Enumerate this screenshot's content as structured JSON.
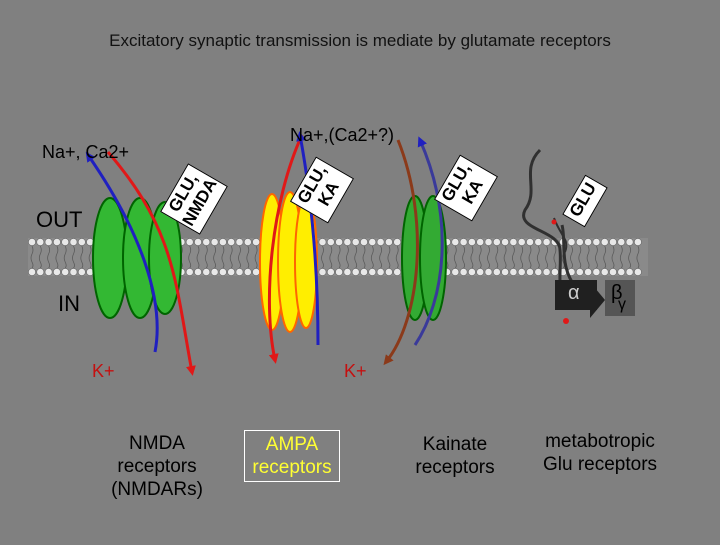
{
  "title": "Excitatory synaptic transmission is mediate by glutamate receptors",
  "side_labels": {
    "out": "OUT",
    "in": "IN"
  },
  "ions": {
    "nmda_top": "Na+, Ca2+",
    "ampa_top": "Na+,(Ca2+?)",
    "k_left": "K+",
    "k_right": "K+"
  },
  "receptor_tags": {
    "nmda_line1": "GLU,",
    "nmda_line2": "NMDA",
    "ampa_line1": "GLU,",
    "ampa_line2": "KA",
    "kainate_line1": "GLU,",
    "kainate_line2": "KA",
    "metabotropic": "GLU"
  },
  "g_protein_subunits": {
    "alpha": "α",
    "beta": "β",
    "gamma": "γ"
  },
  "receptor_labels": {
    "nmda_1": "NMDA",
    "nmda_2": "receptors",
    "nmda_3": "(NMDARs)",
    "ampa_1": "AMPA",
    "ampa_2": "receptors",
    "kainate_1": "Kainate",
    "kainate_2": "receptors",
    "metabotropic_1": "metabotropic",
    "metabotropic_2": "Glu receptors"
  },
  "colors": {
    "background": "#808080",
    "nmda_channel": "#33b833",
    "ampa_channel": "#ffee00",
    "ampa_outline": "#ff6600",
    "kainate_channel": "#33aa33",
    "flow_in": "#e01818",
    "flow_out": "#2020c0",
    "kainate_in": "#8b3a1a",
    "kainate_out": "#3a3a9a",
    "k_ion": "#c41010"
  }
}
